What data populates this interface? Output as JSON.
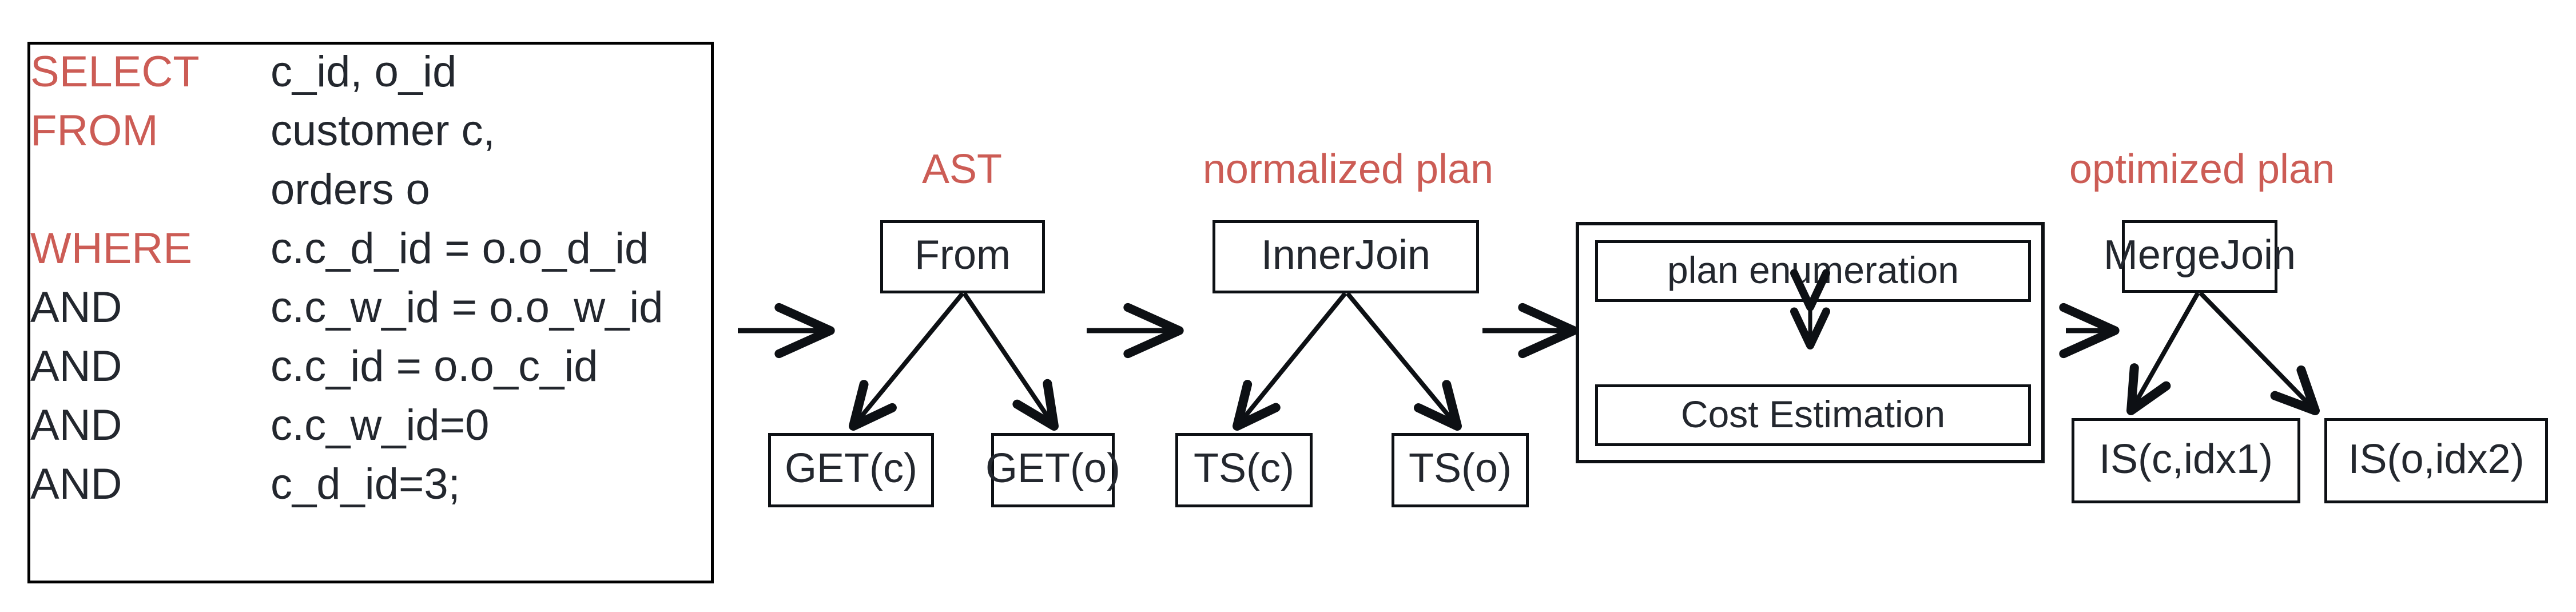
{
  "sql_panel": {
    "name": "sql-query",
    "lines": [
      {
        "keyword": "SELECT",
        "keyword_colored": true,
        "value": "c_id, o_id"
      },
      {
        "keyword": "FROM",
        "keyword_colored": true,
        "value": "customer c,"
      },
      {
        "keyword": "",
        "keyword_colored": true,
        "value": "orders o"
      },
      {
        "keyword": "WHERE",
        "keyword_colored": true,
        "value": "c.c_d_id = o.o_d_id"
      },
      {
        "keyword": "AND",
        "keyword_colored": false,
        "value": "c.c_w_id = o.o_w_id"
      },
      {
        "keyword": "AND",
        "keyword_colored": false,
        "value": "c.c_id = o.o_c_id"
      },
      {
        "keyword": "AND",
        "keyword_colored": false,
        "value": "c.c_w_id=0"
      },
      {
        "keyword": "AND",
        "keyword_colored": false,
        "value": "c_d_id=3;"
      }
    ]
  },
  "stage_labels": {
    "ast": "AST",
    "normalized": "normalized plan",
    "optimized": "optimized plan"
  },
  "ast_tree": {
    "root": "From",
    "left_child": "GET(c)",
    "right_child": "GET(o)"
  },
  "normalized_tree": {
    "root": "InnerJoin",
    "left_child": "TS(c)",
    "right_child": "TS(o)"
  },
  "optimizer": {
    "plan_enumeration": "plan enumeration",
    "cost_estimation": "Cost Estimation"
  },
  "optimized_tree": {
    "root": "MergeJoin",
    "left_child": "IS(c,idx1)",
    "right_child": "IS(o,idx2)"
  },
  "colors": {
    "accent_red": "#cc5c55",
    "text_dark": "#23272e",
    "stroke": "#0d1014",
    "background": "#ffffff"
  }
}
